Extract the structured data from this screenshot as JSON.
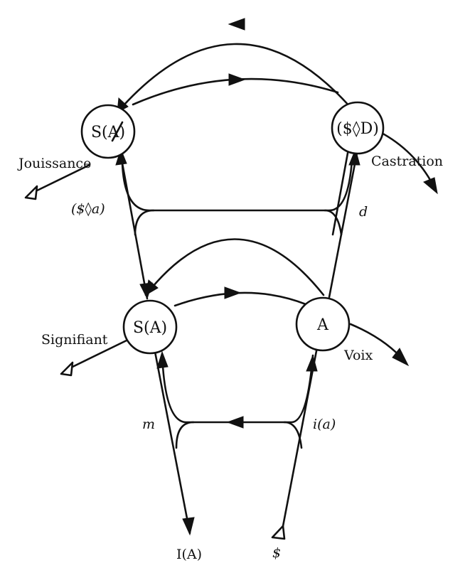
{
  "diagram": {
    "nodes": {
      "s_barred_a": "S(A)",
      "barred_s_d": "($◊D)",
      "s_a": "S(A)",
      "a": "A"
    },
    "labels": {
      "jouissance": "Jouissance",
      "castration": "Castration",
      "barred_s_a": "($◊a)",
      "d": "d",
      "signifiant": "Signifiant",
      "voix": "Voix",
      "m": "m",
      "i_a": "i(a)",
      "i_capital_a": "I(A)",
      "barred_s": "$"
    },
    "stroke_color": "#111111",
    "background_color": "#ffffff"
  }
}
